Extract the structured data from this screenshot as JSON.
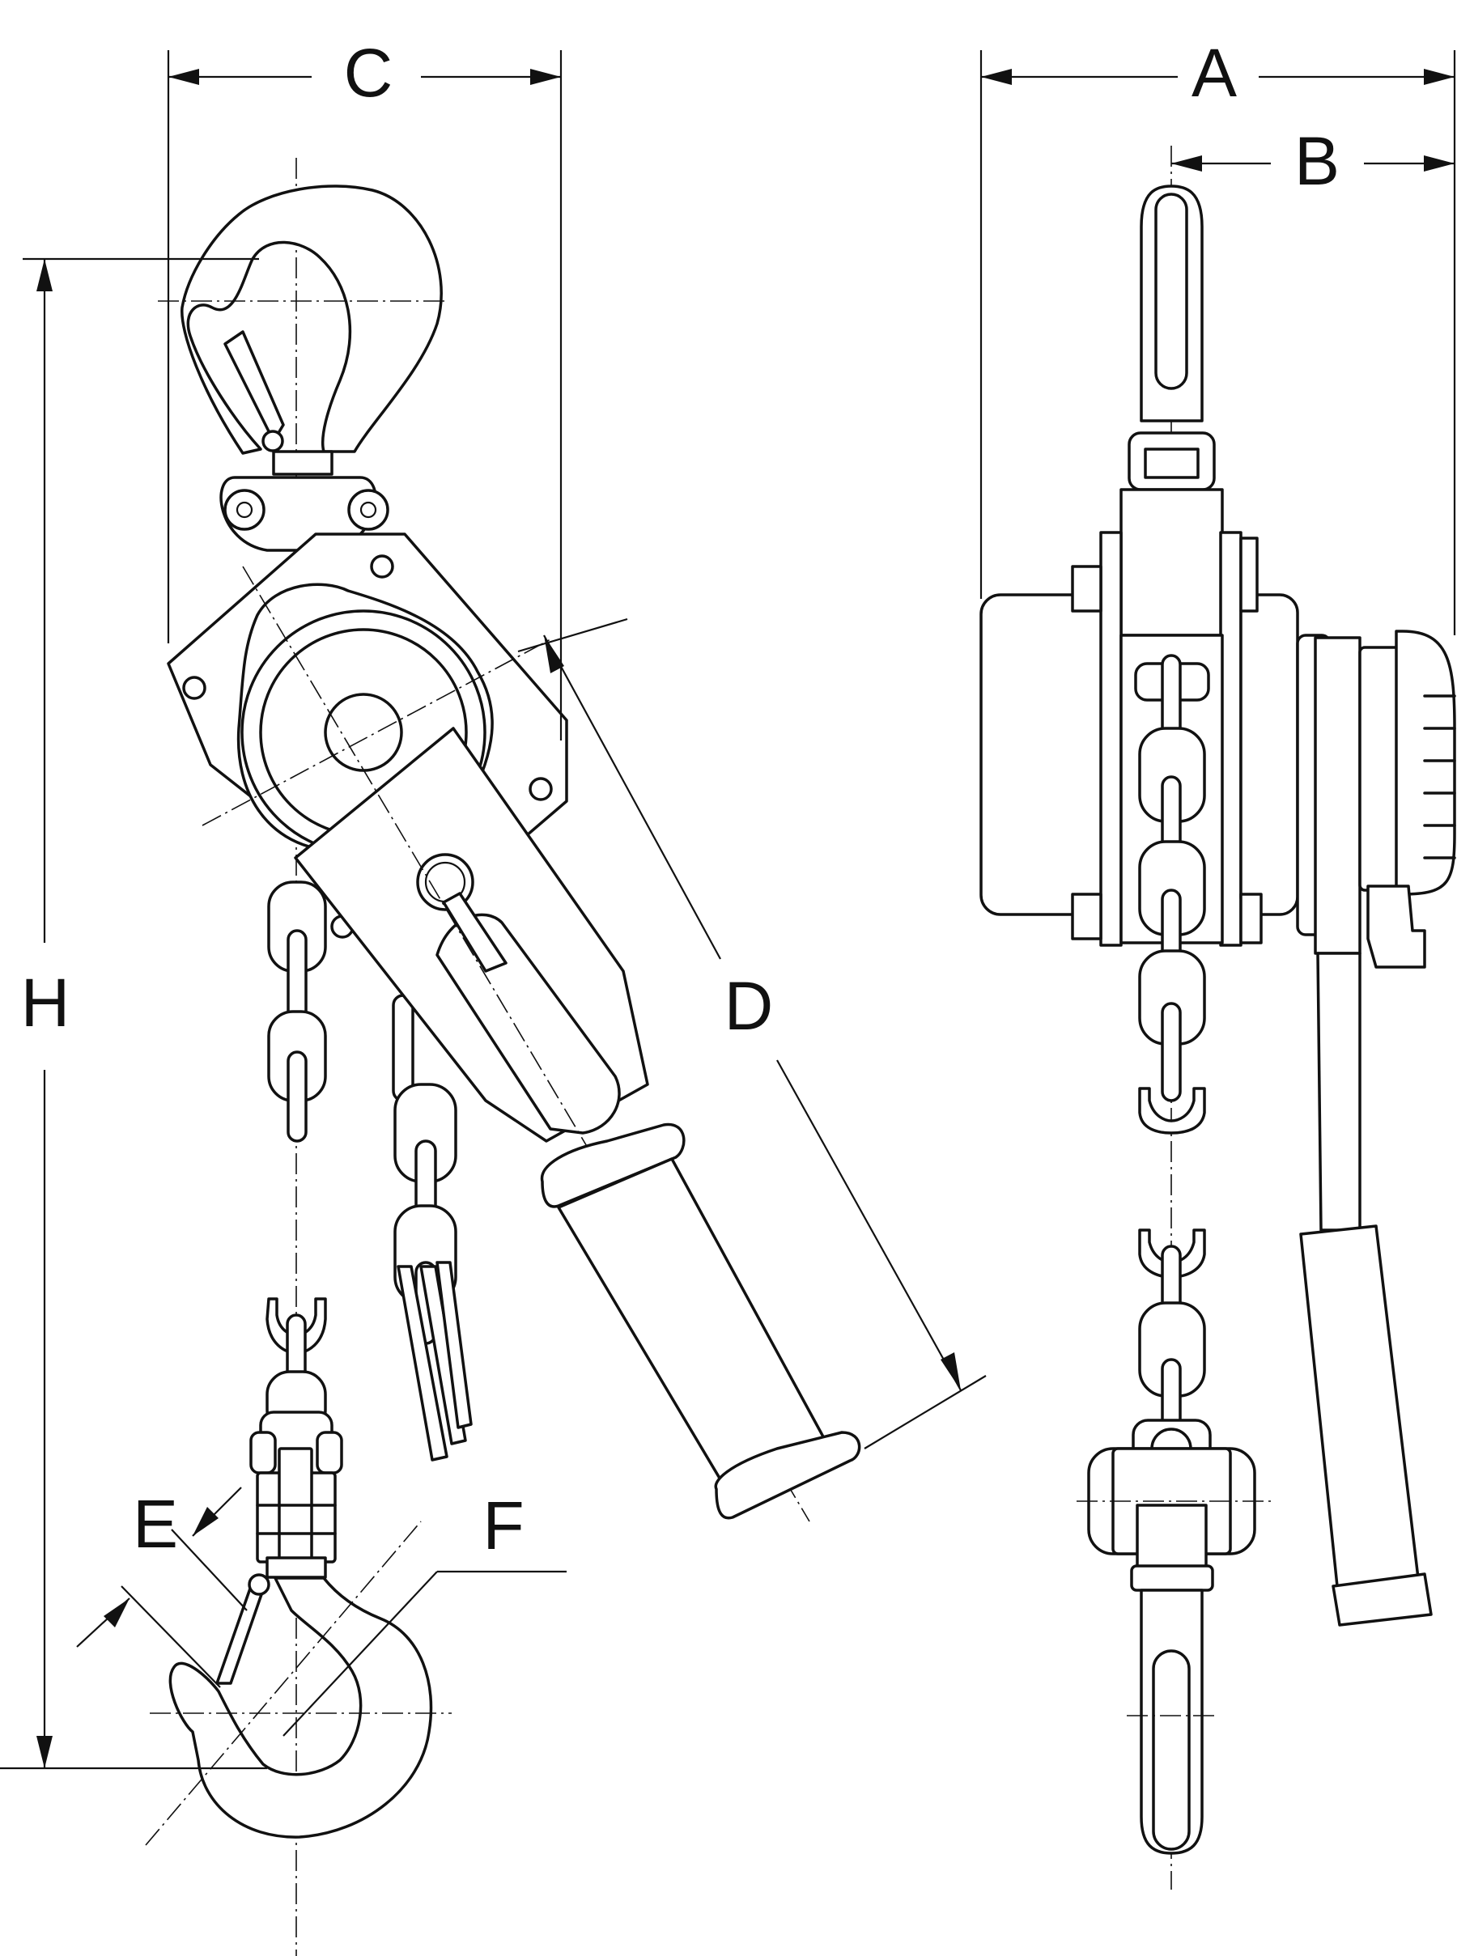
{
  "labels": {
    "A": "A",
    "B": "B",
    "C": "C",
    "D": "D",
    "E": "E",
    "F": "F",
    "H": "H"
  }
}
